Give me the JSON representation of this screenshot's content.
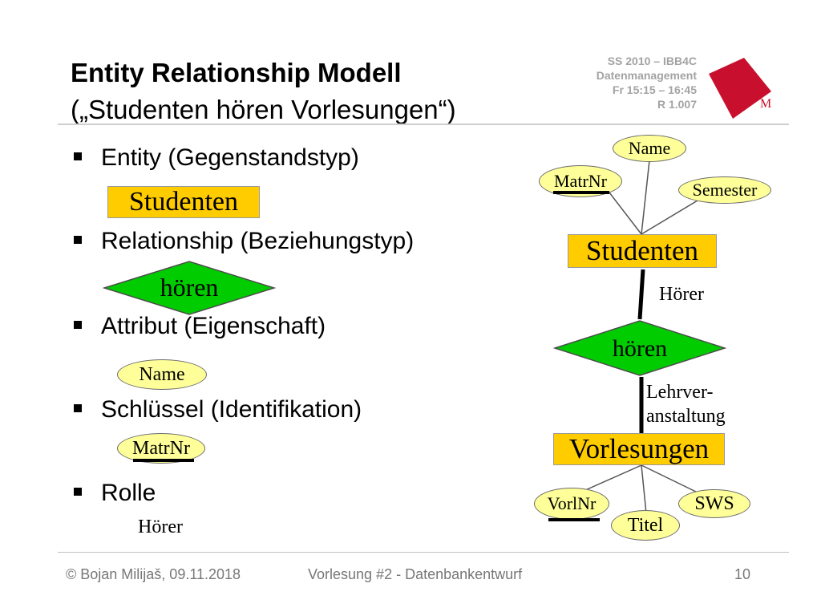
{
  "title": {
    "line1": "Entity Relationship Modell",
    "line2": "(„Studenten hören Vorlesungen“)"
  },
  "course_info": [
    "SS 2010 – IBB4C",
    "Datenmanagement",
    "Fr 15:15 – 16:45",
    "R 1.007"
  ],
  "logo": {
    "letter": "M",
    "color": "#c8102e"
  },
  "bullets": [
    {
      "label": "Entity (Gegenstandstyp)"
    },
    {
      "label": "Relationship (Beziehungstyp)"
    },
    {
      "label": "Attribut (Eigenschaft)"
    },
    {
      "label": "Schlüssel (Identifikation)"
    },
    {
      "label": "Rolle"
    }
  ],
  "examples": {
    "entity": "Studenten",
    "relationship": "hören",
    "attribute": "Name",
    "key": "MatrNr",
    "role": "Hörer"
  },
  "diagram": {
    "entity_top": "Studenten",
    "entity_bottom": "Vorlesungen",
    "relationship": "hören",
    "role_top": "Hörer",
    "role_bottom_line1": "Lehrver-",
    "role_bottom_line2": "anstaltung",
    "attrs_top": {
      "name": "Name",
      "matrnr": "MatrNr",
      "semester": "Semester"
    },
    "attrs_bottom": {
      "vorlnr": "VorlNr",
      "titel": "Titel",
      "sws": "SWS"
    }
  },
  "colors": {
    "entity": "#ffcc00",
    "relationship": "#00cc00",
    "attribute": "#ffff99"
  },
  "footer": {
    "copyright": "© Bojan Milijaš, 09.11.2018",
    "lecture": "Vorlesung #2 - Datenbankentwurf",
    "page": "10"
  }
}
